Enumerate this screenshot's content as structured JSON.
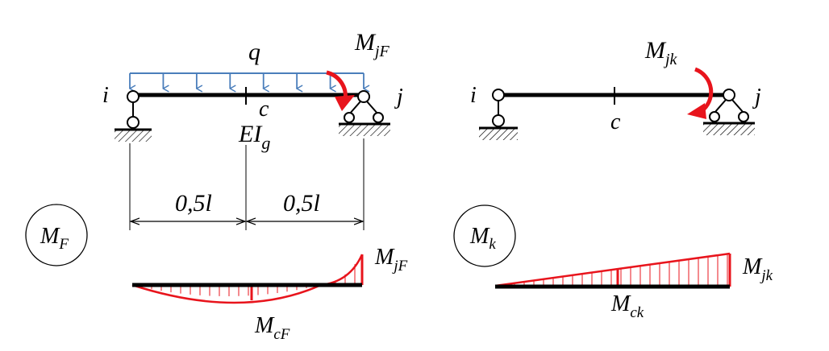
{
  "colors": {
    "beam": "#000000",
    "load": "#4a7ebb",
    "moment": "#e8141c"
  },
  "left_scheme": {
    "load_label": "q",
    "moment_label": "M",
    "moment_sub": "jF",
    "node_i": "i",
    "node_j": "j",
    "node_c": "c",
    "stiffness": "EI",
    "stiffness_sub": "g",
    "dim_left": "0,5l",
    "dim_right": "0,5l"
  },
  "left_diagram": {
    "circle_label": "M",
    "circle_sub": "F",
    "end_label": "M",
    "end_sub": "jF",
    "mid_label": "M",
    "mid_sub": "cF"
  },
  "right_scheme": {
    "moment_label": "M",
    "moment_sub": "jk",
    "node_i": "i",
    "node_j": "j",
    "node_c": "c"
  },
  "right_diagram": {
    "circle_label": "M",
    "circle_sub": "k",
    "end_label": "M",
    "end_sub": "jk",
    "mid_label": "M",
    "mid_sub": "ck"
  }
}
